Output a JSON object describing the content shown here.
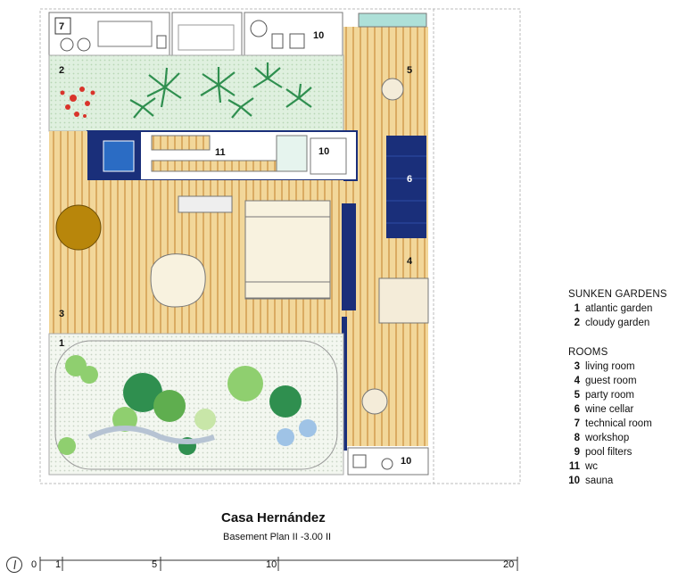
{
  "rooms": [
    {
      "num": "1",
      "label": "1"
    },
    {
      "num": "2",
      "label": "2"
    },
    {
      "num": "3",
      "label": "3"
    },
    {
      "num": "4",
      "label": "4"
    },
    {
      "num": "5",
      "label": "5"
    },
    {
      "num": "6",
      "label": "6"
    },
    {
      "num": "7",
      "label": "7"
    },
    {
      "num": "10",
      "label": "10"
    },
    {
      "num": "10",
      "label": "10"
    },
    {
      "num": "10",
      "label": "10"
    },
    {
      "num": "11",
      "label": "11"
    }
  ],
  "legend": {
    "sunken_heading": "SUNKEN GARDENS",
    "sunken": [
      {
        "num": "1",
        "name": "atlantic garden"
      },
      {
        "num": "2",
        "name": "cloudy garden"
      }
    ],
    "rooms_heading": "ROOMS",
    "rooms": [
      {
        "num": "3",
        "name": "living room"
      },
      {
        "num": "4",
        "name": "guest room"
      },
      {
        "num": "5",
        "name": "party room"
      },
      {
        "num": "6",
        "name": "wine cellar"
      },
      {
        "num": "7",
        "name": "technical room"
      },
      {
        "num": "8",
        "name": "workshop"
      },
      {
        "num": "9",
        "name": "pool filters"
      },
      {
        "num": "11",
        "name": "wc"
      },
      {
        "num": "10",
        "name": "sauna"
      }
    ]
  },
  "title": "Casa Hernández",
  "subtitle": "Basement Plan II -3.00 II",
  "scale": {
    "marks": [
      "0",
      "1",
      "5",
      "10",
      "20"
    ]
  },
  "colors": {
    "wood": "#f2d79a",
    "wood_line": "#c98e3c",
    "garden": "#dff0df",
    "navy": "#1a2f7a",
    "plant_green": "#2f8f4f",
    "plant_light": "#8fcf6f",
    "red_tree": "#d9342b",
    "gold": "#b8860b",
    "blue_plant": "#9fc3e6",
    "teal": "#aee0d8"
  }
}
